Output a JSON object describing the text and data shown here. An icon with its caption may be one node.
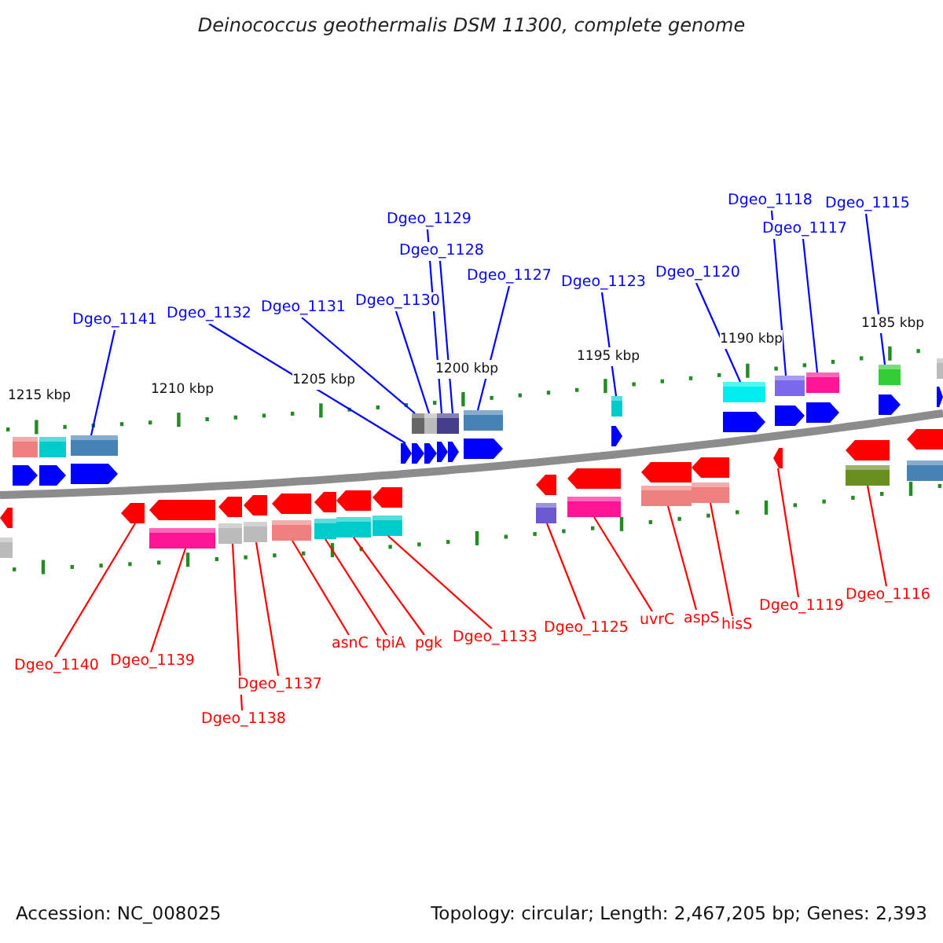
{
  "diagram": {
    "title": "Deinococcus geothermalis DSM 11300, complete genome",
    "nodes": [
      {
        "text": [
          "Dgeo_1141"
        ]
      },
      {
        "text": [
          "Dgeo_1132"
        ]
      },
      {
        "text": [
          "Dgeo_1131"
        ]
      },
      {
        "text": [
          "Dgeo_1130"
        ]
      },
      {
        "text": [
          "Dgeo_1129"
        ]
      },
      {
        "text": [
          "Dgeo_1128"
        ]
      },
      {
        "text": [
          "Dgeo_1127"
        ]
      },
      {
        "text": [
          "Dgeo_1123"
        ]
      },
      {
        "text": [
          "Dgeo_1120"
        ]
      },
      {
        "text": [
          "Dgeo_1118"
        ]
      },
      {
        "text": [
          "Dgeo_1117"
        ]
      },
      {
        "text": [
          "Dgeo_1115"
        ]
      },
      {
        "text": [
          "Dgeo_1140"
        ]
      },
      {
        "text": [
          "Dgeo_1139"
        ]
      },
      {
        "text": [
          "Dgeo_1138"
        ]
      },
      {
        "text": [
          "Dgeo_1137"
        ]
      },
      {
        "text": [
          "asnC"
        ]
      },
      {
        "text": [
          "tpiA"
        ]
      },
      {
        "text": [
          "pgk"
        ]
      },
      {
        "text": [
          "Dgeo_1133"
        ]
      },
      {
        "text": [
          "Dgeo_1125"
        ]
      },
      {
        "text": [
          "uvrC"
        ]
      },
      {
        "text": [
          "aspS"
        ]
      },
      {
        "text": [
          "hisS"
        ]
      },
      {
        "text": [
          "Dgeo_1119"
        ]
      },
      {
        "text": [
          "Dgeo_1116"
        ]
      },
      {
        "text": [],
        "shape": "arrow"
      },
      {
        "text": [],
        "shape": "arrow"
      },
      {
        "text": [],
        "shape": "arrow"
      },
      {
        "text": [],
        "shape": "arrow"
      },
      {
        "text": [],
        "shape": "arrow"
      },
      {
        "text": [],
        "shape": "arrow"
      },
      {
        "text": [],
        "shape": "arrow"
      },
      {
        "text": [],
        "shape": "arrow"
      },
      {
        "text": [],
        "shape": "arrow"
      },
      {
        "text": [],
        "shape": "arrow"
      },
      {
        "text": [],
        "shape": "arrow"
      },
      {
        "text": [],
        "shape": "arrow"
      },
      {
        "text": [],
        "shape": "arrow"
      },
      {
        "text": [],
        "shape": "arrow"
      },
      {
        "text": [],
        "shape": "arrow"
      },
      {
        "text": [],
        "shape": "arrow"
      },
      {
        "text": [],
        "shape": "arrow"
      },
      {
        "text": [],
        "shape": "arrow"
      },
      {
        "text": [],
        "shape": "arrow"
      },
      {
        "text": [],
        "shape": "arrow"
      },
      {
        "text": [],
        "shape": "arrow"
      },
      {
        "text": [],
        "shape": "arrow"
      },
      {
        "text": [],
        "shape": "arrow"
      },
      {
        "text": [],
        "shape": "arrow"
      },
      {
        "text": [],
        "shape": "arrow"
      },
      {
        "text": [],
        "shape": "arrow"
      },
      {
        "text": [],
        "shape": "arrow"
      },
      {
        "text": [],
        "shape": "arrow"
      },
      {
        "text": [],
        "shape": "arrow"
      },
      {
        "text": [],
        "shape": "arrow"
      },
      {
        "text": [],
        "shape": "arrow"
      }
    ],
    "edges": [
      {
        "from": 0,
        "to": 26,
        "arrow": "none",
        "color": "#0000ff"
      },
      {
        "from": 1,
        "to": 27,
        "arrow": "none",
        "color": "#0000ff"
      },
      {
        "from": 2,
        "to": 28,
        "arrow": "none",
        "color": "#0000ff"
      },
      {
        "from": 3,
        "to": 29,
        "arrow": "none",
        "color": "#0000ff"
      },
      {
        "from": 4,
        "to": 30,
        "arrow": "none",
        "color": "#0000ff"
      },
      {
        "from": 5,
        "to": 31,
        "arrow": "none",
        "color": "#0000ff"
      },
      {
        "from": 6,
        "to": 32,
        "arrow": "none",
        "color": "#0000ff"
      },
      {
        "from": 7,
        "to": 33,
        "arrow": "none",
        "color": "#0000ff"
      },
      {
        "from": 8,
        "to": 34,
        "arrow": "none",
        "color": "#0000ff"
      },
      {
        "from": 9,
        "to": 35,
        "arrow": "none",
        "color": "#0000ff"
      },
      {
        "from": 10,
        "to": 36,
        "arrow": "none",
        "color": "#0000ff"
      },
      {
        "from": 11,
        "to": 37,
        "arrow": "none",
        "color": "#0000ff"
      },
      {
        "from": 12,
        "to": 38,
        "arrow": "none"
      },
      {
        "from": 13,
        "to": 39,
        "arrow": "none"
      },
      {
        "from": 14,
        "to": 40,
        "arrow": "none"
      },
      {
        "from": 15,
        "to": 41,
        "arrow": "none"
      },
      {
        "from": 16,
        "to": 42,
        "arrow": "none"
      },
      {
        "from": 17,
        "to": 43,
        "arrow": "none"
      },
      {
        "from": 18,
        "to": 44,
        "arrow": "none"
      },
      {
        "from": 19,
        "to": 45,
        "arrow": "none"
      },
      {
        "from": 20,
        "to": 46,
        "arrow": "none"
      },
      {
        "from": 21,
        "to": 47,
        "arrow": "none"
      },
      {
        "from": 22,
        "to": 48,
        "arrow": "none"
      },
      {
        "from": 23,
        "to": 49,
        "arrow": "none"
      },
      {
        "from": 24,
        "to": 50,
        "arrow": "none"
      },
      {
        "from": 25,
        "to": 51,
        "arrow": "none"
      }
    ],
    "labels": [
      "1215 kbp",
      "1210 kbp",
      "1205 kbp",
      "1200 kbp",
      "1195 kbp",
      "1190 kbp",
      "1185 kbp",
      "Accession: NC_008025",
      "Topology: circular; Length: 2,467,205 bp; Genes: 2,393"
    ]
  }
}
